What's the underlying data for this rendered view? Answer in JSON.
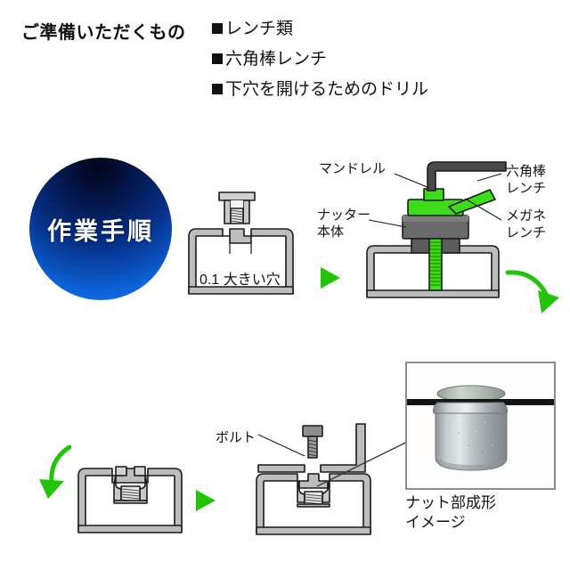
{
  "header": {
    "title": "ご準備いただくもの",
    "supplies": [
      {
        "bullet": "■",
        "label": "レンチ類"
      },
      {
        "bullet": "■",
        "label": "六角棒レンチ"
      },
      {
        "bullet": "■",
        "label": "下穴を開けるためのドリル"
      }
    ]
  },
  "badge": {
    "label": "作業手順",
    "color_top": "#020718",
    "color_bottom": "#1278ef"
  },
  "steps": {
    "step1": {
      "name": "drill-hole-step",
      "panel_label": "0.1 大きい穴"
    },
    "step2": {
      "name": "tighten-nutsert-step",
      "labels": {
        "mandrel": "マンドレル",
        "nutter_body": "ナッター\n本体",
        "nutter_body_line1": "ナッター",
        "nutter_body_line2": "本体",
        "hex_wrench_line1": "六角棒",
        "hex_wrench_line2": "レンチ",
        "ring_wrench_line1": "メガネ",
        "ring_wrench_line2": "レンチ"
      }
    },
    "step3": {
      "name": "formed-nutsert-step"
    },
    "step4": {
      "name": "bolt-attach-step",
      "labels": {
        "bolt": "ボルト"
      }
    }
  },
  "photo": {
    "caption_line1": "ナット部成形",
    "caption_line2": "イメージ",
    "alt": "formed-rivet-nut-photo"
  },
  "colors": {
    "arrow_green": "#22c409",
    "tool_green": "#3ddb19",
    "metal_light": "#d4d4d4",
    "metal_mid": "#a8a8a8",
    "metal_dark": "#595959",
    "outline": "#1a1a1a"
  }
}
